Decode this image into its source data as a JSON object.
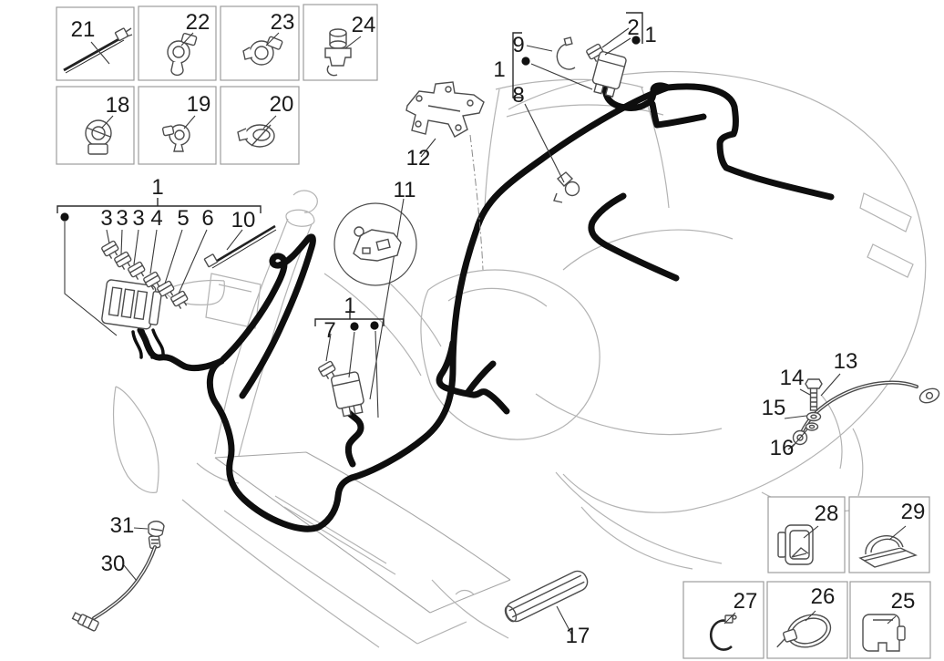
{
  "diagram": {
    "subject": "Scooter main cable harness exploded parts diagram",
    "background": "#ffffff"
  },
  "colors": {
    "harness": "#0e0e0e",
    "scooter_outline": "#b3b3b3",
    "callout_text": "#1a1a1a",
    "box_border": "#9c9c9c",
    "leader": "#3a3a3a"
  },
  "callouts": {
    "c0": "21",
    "c1": "22",
    "c2": "23",
    "c3": "24",
    "c4": "18",
    "c5": "19",
    "c6": "20",
    "c7": "2",
    "c8": "1",
    "c9": "9",
    "c10": "1",
    "c11": "8",
    "c12": "12",
    "c13": "11",
    "c14": "1",
    "c15": "3",
    "c16": "3",
    "c17": "3",
    "c18": "4",
    "c19": "5",
    "c20": "6",
    "c21": "10",
    "c22": "1",
    "c23": "7",
    "c24": "13",
    "c25": "14",
    "c26": "15",
    "c27": "16",
    "c28": "28",
    "c29": "29",
    "c30": "27",
    "c31": "26",
    "c32": "25",
    "c33": "17",
    "c34": "30",
    "c35": "31"
  }
}
